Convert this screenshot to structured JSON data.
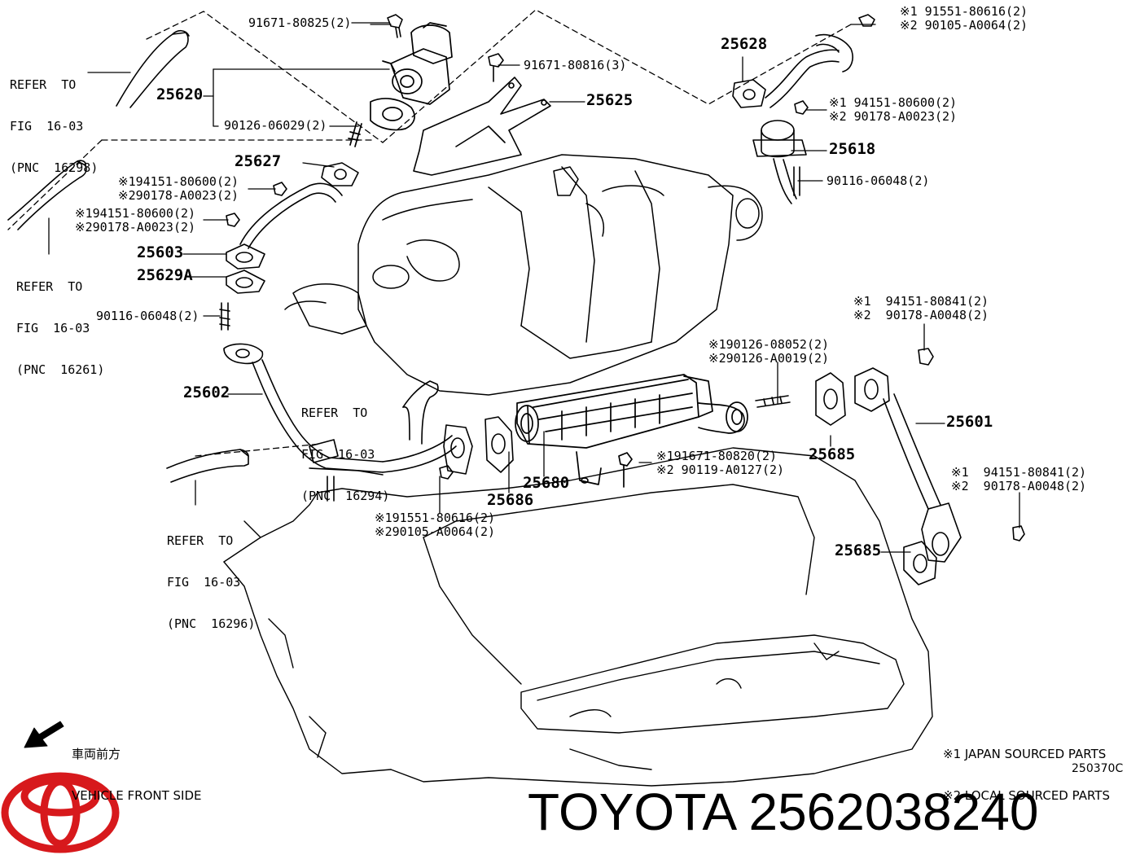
{
  "brand": {
    "name": "TOYOTA",
    "part_number": "2562038240",
    "logo_color": "#d7191c",
    "logo_icon": "toyota-logo-icon"
  },
  "figure_code": "250370C",
  "front_side": {
    "japanese": "車両前方",
    "english": "VEHICLE FRONT SIDE",
    "icon": "arrow-icon"
  },
  "footnotes": [
    "※1 JAPAN SOURCED PARTS",
    "※2 LOCAL SOURCED PARTS"
  ],
  "refer_notes": [
    [
      "REFER  TO",
      "FIG  16-03",
      "(PNC  16298)"
    ],
    [
      "REFER  TO",
      "FIG  16-03",
      "(PNC  16261)"
    ],
    [
      "REFER  TO",
      "FIG  16-03",
      "(PNC  16294)"
    ],
    [
      "REFER  TO",
      "FIG  16-03",
      "(PNC  16296)"
    ]
  ],
  "callouts": {
    "p25620": "25620",
    "p91671_80825": "91671-80825(2)",
    "p90126_06029": "90126-06029(2)",
    "p91671_80816": "91671-80816(3)",
    "p25625": "25625",
    "p25628": "25628",
    "p91551_80616_top": "※1 91551-80616(2)",
    "p90105_A0064_top": "※2 90105-A0064(2)",
    "p94151_80600_right": "※1 94151-80600(2)",
    "p90178_A0023_right": "※2 90178-A0023(2)",
    "p25618": "25618",
    "p90116_06048_right": "90116-06048(2)",
    "p25627": "25627",
    "p94151_80600_a": "※194151-80600(2)",
    "p90178_A0023_a": "※290178-A0023(2)",
    "p94151_80600_b": "※194151-80600(2)",
    "p90178_A0023_b": "※290178-A0023(2)",
    "p25603": "25603",
    "p25629A": "25629A",
    "p90116_06048_left": "90116-06048(2)",
    "p25602": "25602",
    "p91551_80616_bottom": "※191551-80616(2)",
    "p90105_A0064_bottom": "※290105-A0064(2)",
    "p25686": "25686",
    "p25680": "25680",
    "p91671_80820": "※191671-80820(2)",
    "p90119_A0127": "※2 90119-A0127(2)",
    "p90126_08052": "※190126-08052(2)",
    "p90126_A0019": "※290126-A0019(2)",
    "p94151_80841_top": "※1  94151-80841(2)",
    "p90178_A0048_top": "※2  90178-A0048(2)",
    "p25685_upper": "25685",
    "p25601": "25601",
    "p94151_80841_bottom": "※1  94151-80841(2)",
    "p90178_A0048_bottom": "※2  90178-A0048(2)",
    "p25685_lower": "25685"
  }
}
